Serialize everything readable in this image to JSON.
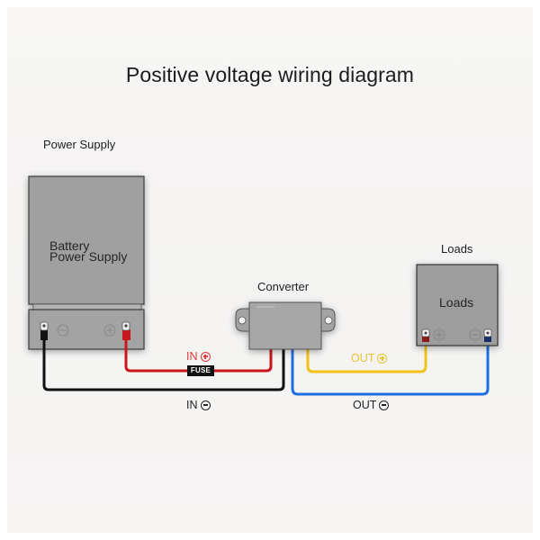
{
  "title": "Positive voltage wiring diagram",
  "components": {
    "power_supply": {
      "heading": "Power Supply",
      "body_line1": "Battery",
      "body_line2": "Power Supply",
      "terminals": [
        "negative",
        "positive"
      ]
    },
    "converter": {
      "heading": "Converter",
      "wire_colors": [
        "red",
        "black",
        "blue",
        "yellow"
      ]
    },
    "loads": {
      "heading": "Loads",
      "body": "Loads",
      "terminals": [
        "positive",
        "negative"
      ]
    }
  },
  "wires": {
    "in_positive": {
      "label": "IN",
      "polarity": "positive",
      "color": "#c8161d"
    },
    "in_negative": {
      "label": "IN",
      "polarity": "negative",
      "color": "#111111"
    },
    "out_positive": {
      "label": "OUT",
      "polarity": "positive",
      "color": "#f2c21a"
    },
    "out_negative": {
      "label": "OUT",
      "polarity": "negative",
      "color": "#1f6fe0"
    }
  },
  "fuse_label": "FUSE",
  "colors": {
    "label_in_positive": "#e03b3b",
    "label_out_positive": "#e8c534",
    "label_negative": "#222222",
    "box_fill": "#9a9a9a"
  }
}
